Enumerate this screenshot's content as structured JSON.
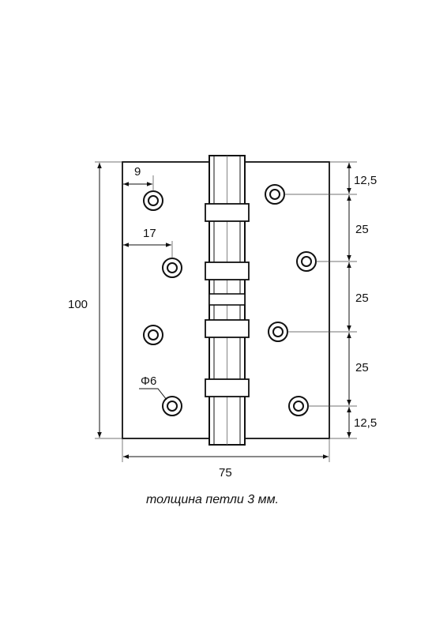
{
  "dimensions": {
    "height_total": "100",
    "width_total": "75",
    "offset_x_near": "9",
    "offset_x_far": "17",
    "hole_diameter": "Φ6",
    "spacing_top": "12,5",
    "spacing_1": "25",
    "spacing_2": "25",
    "spacing_3": "25",
    "spacing_bottom": "12,5"
  },
  "caption": "толщина петли 3 мм."
}
